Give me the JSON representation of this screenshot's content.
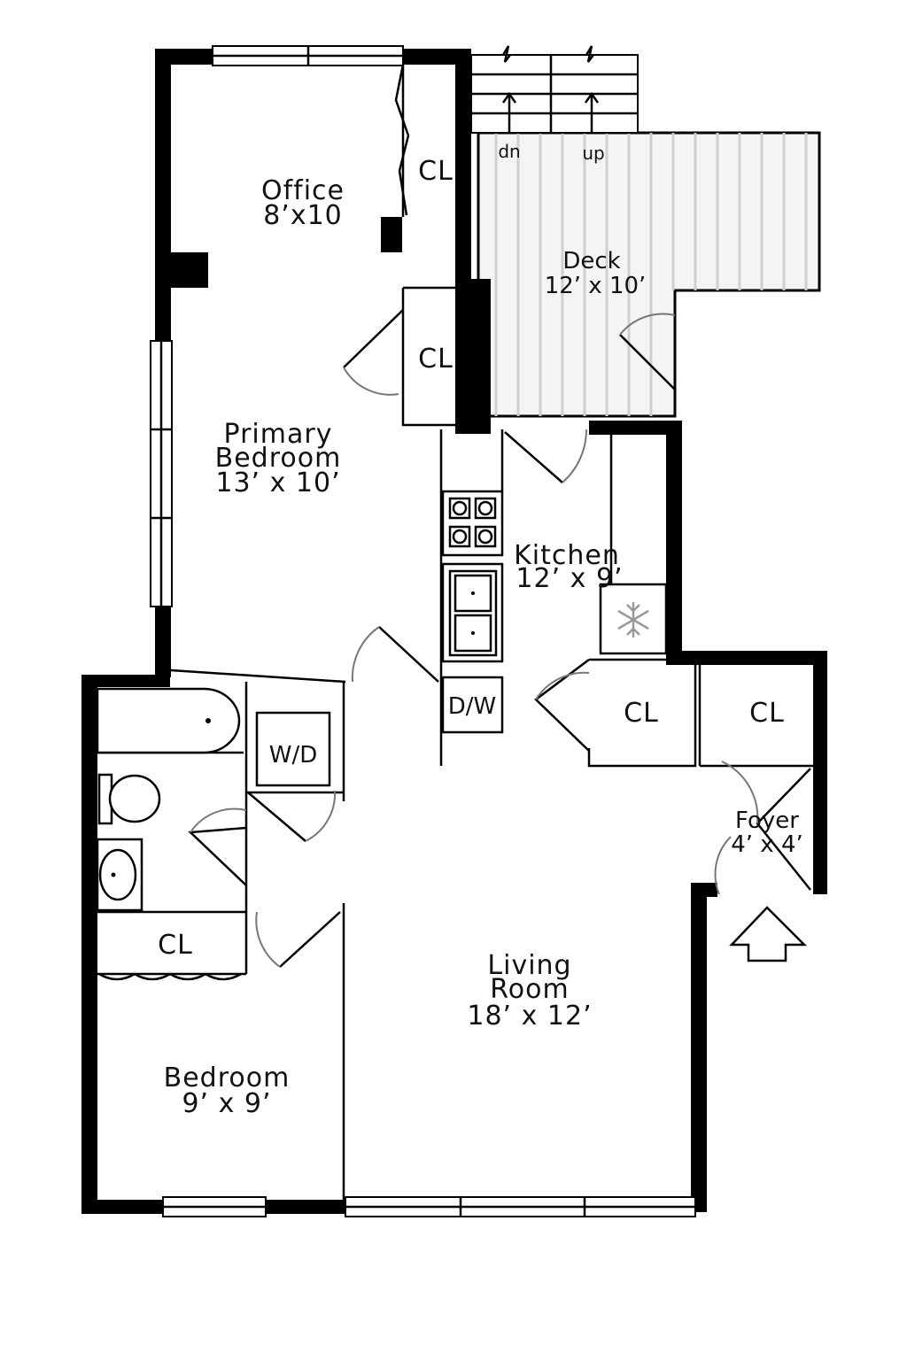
{
  "rooms": {
    "office": {
      "name": "Office",
      "size": "8’x10"
    },
    "deck": {
      "name": "Deck",
      "size": "12’ x 10’"
    },
    "primary_bedroom": {
      "name_line1": "Primary",
      "name_line2": "Bedroom",
      "size": "13’ x 10’"
    },
    "kitchen": {
      "name": "Kitchen",
      "size": "12’ x 9’"
    },
    "foyer": {
      "name": "Foyer",
      "size": "4’ x 4’"
    },
    "living_room": {
      "name_line1": "Living",
      "name_line2": "Room",
      "size": "18’ x 12’"
    },
    "bedroom": {
      "name": "Bedroom",
      "size": "9’ x 9’"
    }
  },
  "closets": {
    "office_closet": "CL",
    "primary_closet": "CL",
    "kitchen_closet": "CL",
    "foyer_closet": "CL",
    "bedroom_closet": "CL"
  },
  "fixtures": {
    "dishwasher": "D/W",
    "washer_dryer": "W/D"
  },
  "stairs": {
    "down": "dn",
    "up": "up"
  },
  "icons": {
    "refrigerator": "snowflake-icon",
    "entry": "entry-arrow-icon"
  }
}
